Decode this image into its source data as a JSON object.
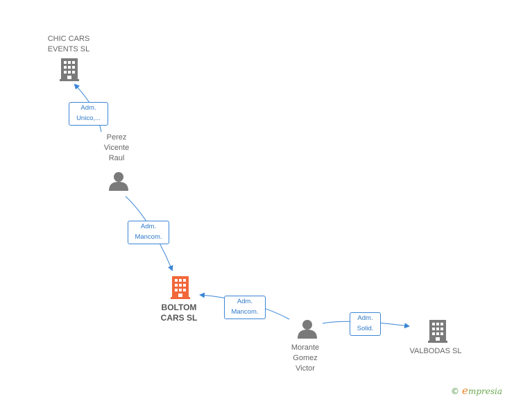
{
  "colors": {
    "company": "#7a7a7a",
    "focus_company": "#f2683a",
    "person": "#7a7a7a",
    "edge": "#3b86d6"
  },
  "nodes": {
    "chic_cars": {
      "label": "CHIC CARS\nEVENTS SL",
      "icon": "building-icon"
    },
    "perez": {
      "label": "Perez\nVicente\nRaul",
      "icon": "person-icon"
    },
    "boltom": {
      "label": "BOLTOM\nCARS  SL",
      "icon": "building-icon"
    },
    "morante": {
      "label": "Morante\nGomez\nVictor",
      "icon": "person-icon"
    },
    "valbodas": {
      "label": "VALBODAS  SL",
      "icon": "building-icon"
    }
  },
  "relations": {
    "perez_chic": "Adm.\nUnico,...",
    "perez_boltom": "Adm.\nMancom.",
    "morante_boltom": "Adm.\nMancom.",
    "morante_valbodas": "Adm.\nSolid."
  },
  "brand": {
    "copyright": "©",
    "initial": "e",
    "rest": "mpresia"
  }
}
